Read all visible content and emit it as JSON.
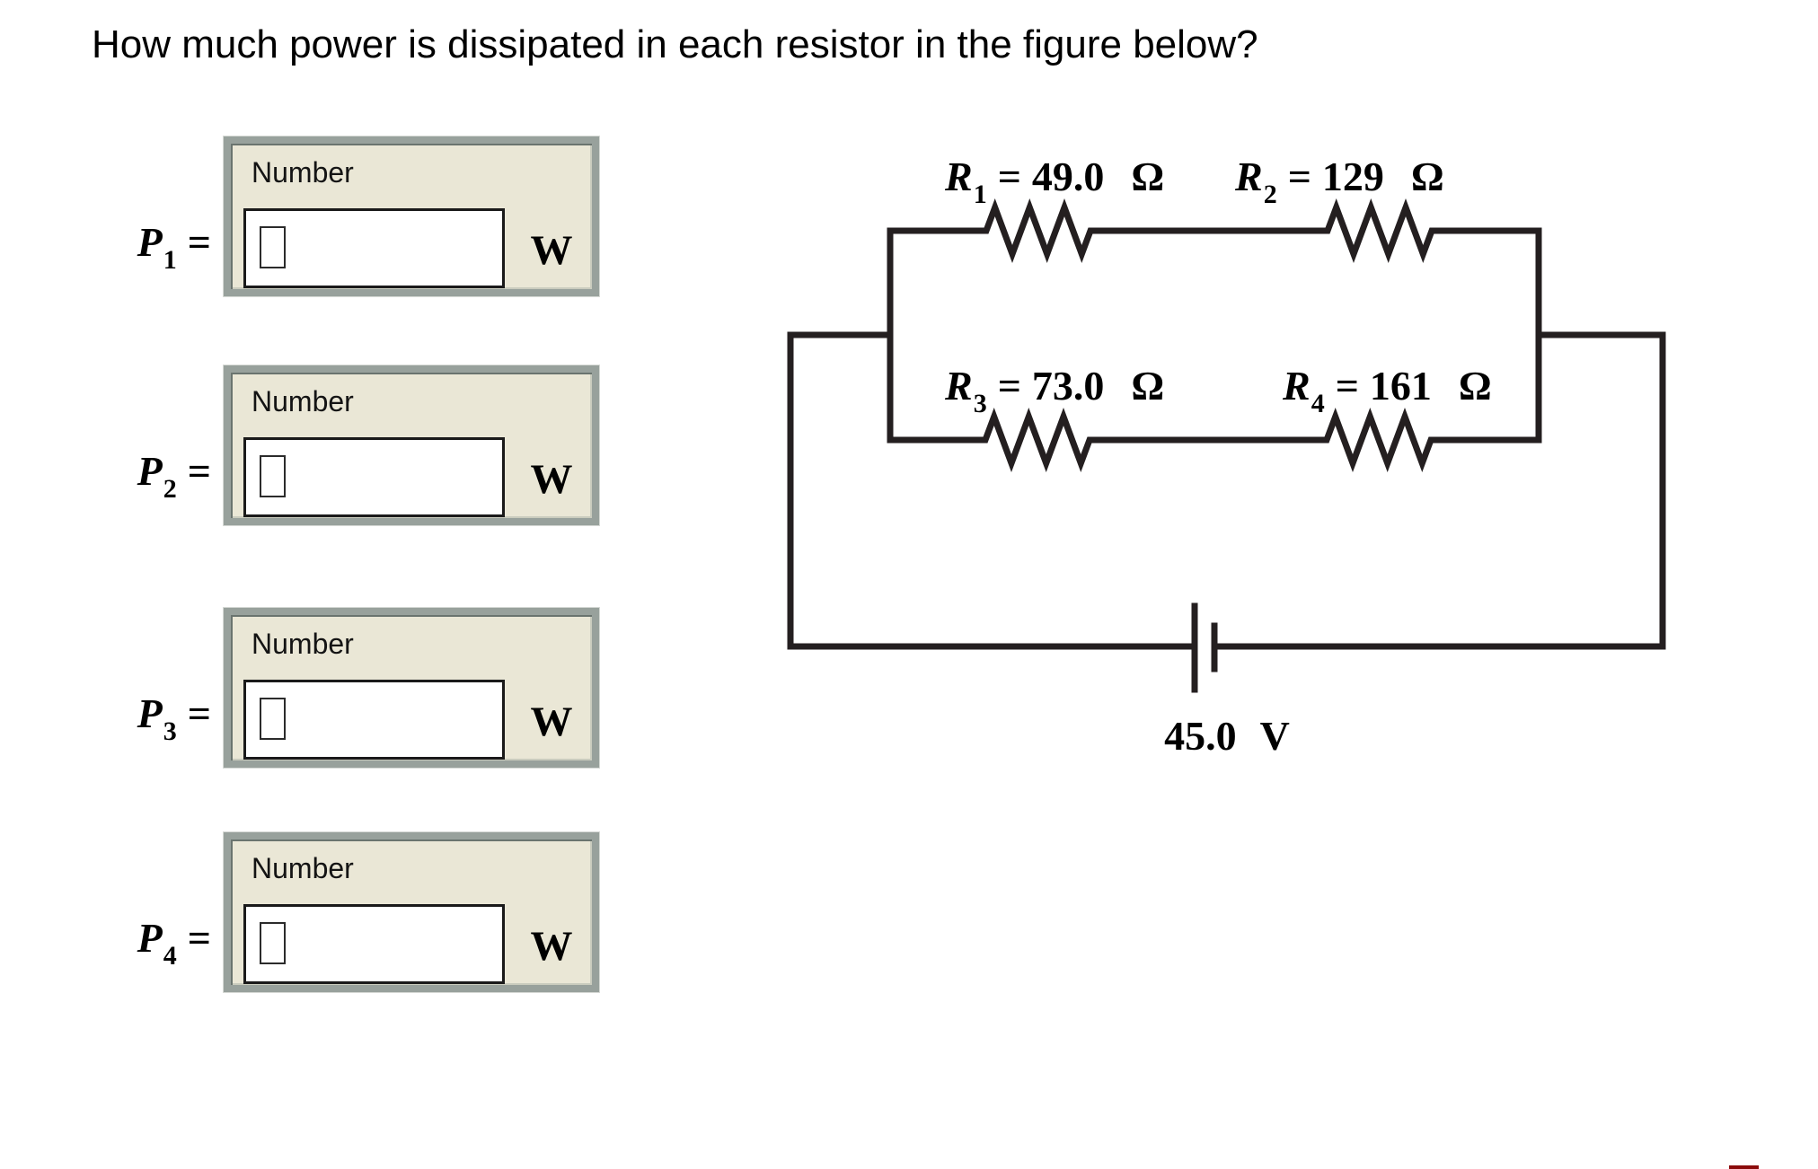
{
  "question": {
    "text": "How much power is dissipated in each resistor in the figure below?"
  },
  "answers": [
    {
      "symbol": "P",
      "sub": "1",
      "eq": "=",
      "field_label": "Number",
      "value": "",
      "unit": "W"
    },
    {
      "symbol": "P",
      "sub": "2",
      "eq": "=",
      "field_label": "Number",
      "value": "",
      "unit": "W"
    },
    {
      "symbol": "P",
      "sub": "3",
      "eq": "=",
      "field_label": "Number",
      "value": "",
      "unit": "W"
    },
    {
      "symbol": "P",
      "sub": "4",
      "eq": "=",
      "field_label": "Number",
      "value": "",
      "unit": "W"
    }
  ],
  "circuit": {
    "resistors": [
      {
        "symbol": "R",
        "sub": "1",
        "eq": "=",
        "value": "49.0",
        "unit": "Ω"
      },
      {
        "symbol": "R",
        "sub": "2",
        "eq": "=",
        "value": "129",
        "unit": "Ω"
      },
      {
        "symbol": "R",
        "sub": "3",
        "eq": "=",
        "value": "73.0",
        "unit": "Ω"
      },
      {
        "symbol": "R",
        "sub": "4",
        "eq": "=",
        "value": "161",
        "unit": "Ω"
      }
    ],
    "battery": {
      "value": "45.0",
      "unit": "V"
    }
  },
  "colors": {
    "panel_fill": "#EAE7D6",
    "panel_frame": "#98A19C",
    "wire": "#241F20",
    "corner_dash": "#8B0B0B"
  }
}
